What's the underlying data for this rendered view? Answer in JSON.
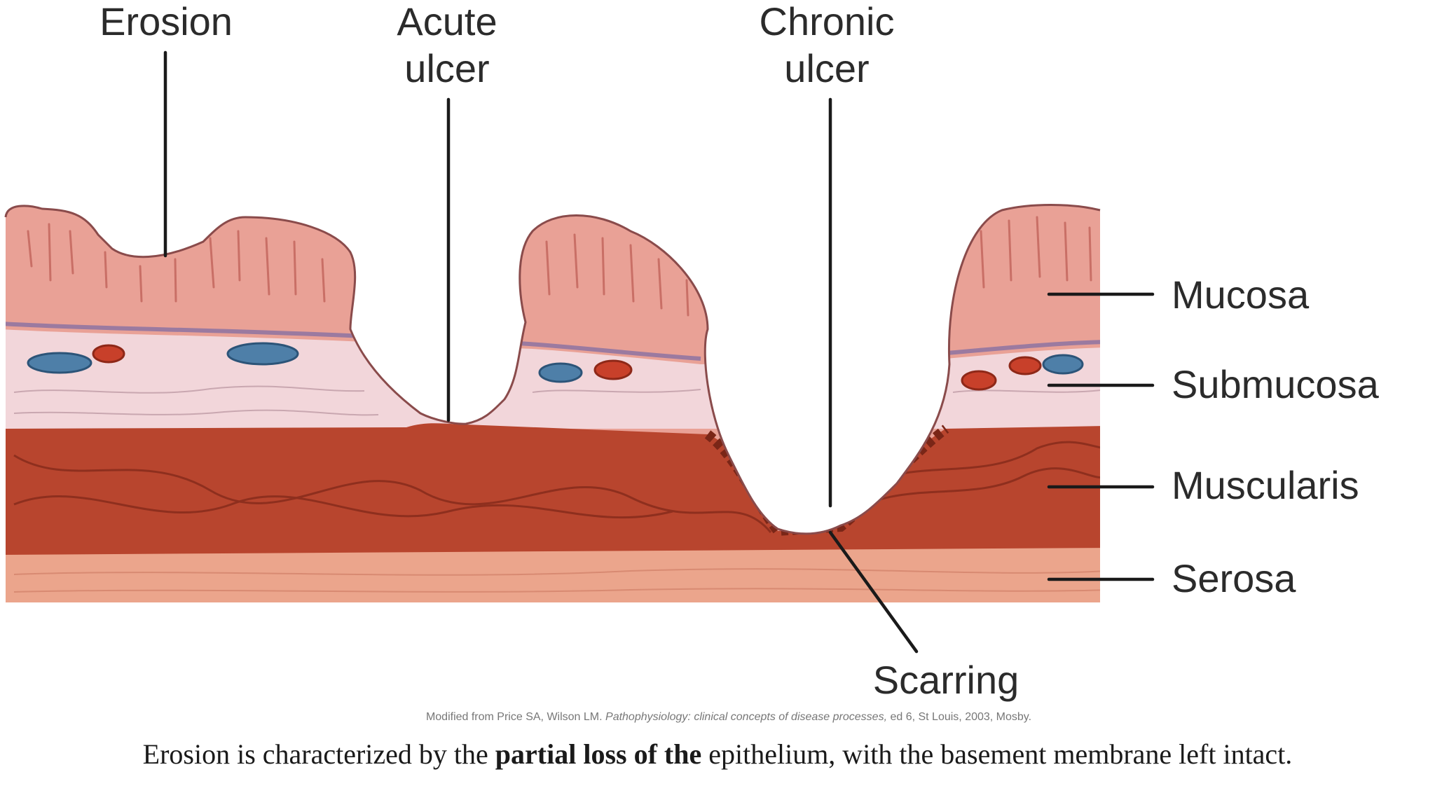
{
  "labels": {
    "erosion": "Erosion",
    "acute_line1": "Acute",
    "acute_line2": "ulcer",
    "chronic_line1": "Chronic",
    "chronic_line2": "ulcer",
    "mucosa": "Mucosa",
    "submucosa": "Submucosa",
    "muscularis": "Muscularis",
    "serosa": "Serosa",
    "scarring": "Scarring"
  },
  "credit": {
    "prefix": "Modified from Price SA, Wilson LM. ",
    "title": "Pathophysiology: clinical concepts of disease processes,",
    "suffix": " ed 6, St Louis, 2003, Mosby."
  },
  "caption": {
    "part1": "Erosion is characterized by the ",
    "bold": "partial loss of the",
    "part2": " epithelium, with the basement membrane left intact."
  },
  "colors": {
    "mucosa": "#e9a196",
    "submucosa": "#f2d6da",
    "muscularis": "#b8452e",
    "serosa": "#eba58c",
    "vessel_blue": "#4e7fa8",
    "vessel_red": "#c8402a",
    "text": "#2b2b2b"
  }
}
